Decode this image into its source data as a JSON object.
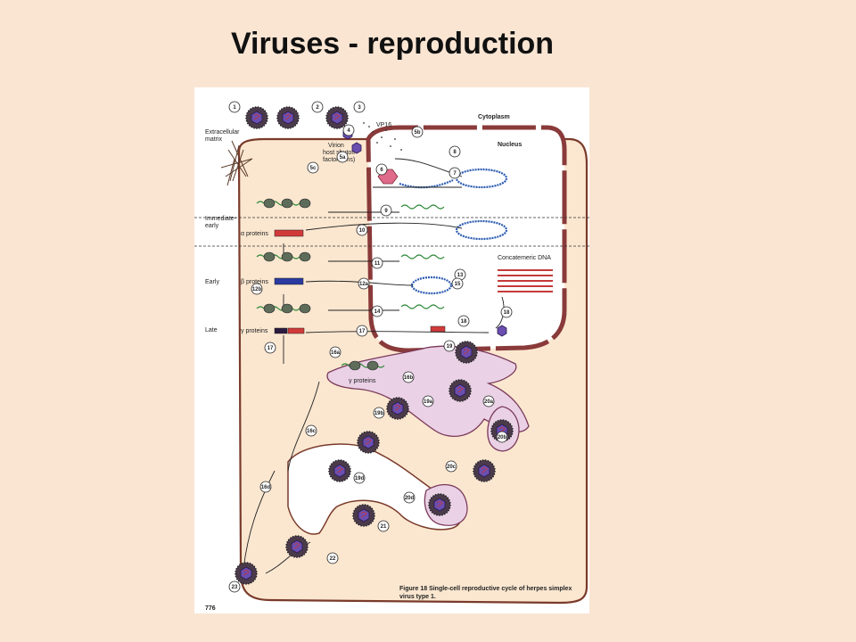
{
  "slide": {
    "title": "Viruses - reproduction"
  },
  "figure": {
    "labels": {
      "cytoplasm": "Cytoplasm",
      "nucleus": "Nucleus",
      "extracellular": "Extracellular",
      "matrix": "matrix",
      "vp16": "VP16",
      "vhs_1": "Virion",
      "vhs_2": "host shutoff",
      "vhs_3": "factor (Vhs)",
      "immediate_early_1": "Immediate-",
      "immediate_early_2": "early",
      "early": "Early",
      "late": "Late",
      "alpha_proteins": "α proteins",
      "beta_proteins": "β proteins",
      "gamma_proteins": "γ proteins",
      "gamma_proteins_er": "γ proteins",
      "concatemeric_dna": "Concatemeric DNA"
    },
    "steps": [
      "1",
      "2",
      "3",
      "4",
      "5a",
      "5b",
      "5c",
      "6",
      "7",
      "8",
      "9",
      "10",
      "11",
      "12a",
      "12b",
      "13",
      "14",
      "15",
      "16a",
      "16b",
      "16c",
      "16d",
      "17",
      "17",
      "18",
      "18",
      "19",
      "19a",
      "19b",
      "19d",
      "20a",
      "20b",
      "20c",
      "20d",
      "21",
      "22",
      "23"
    ],
    "page_number": "776",
    "caption_line1": "Figure 18  Single-cell reproductive cycle of herpes simplex",
    "caption_line2": "virus type 1."
  }
}
